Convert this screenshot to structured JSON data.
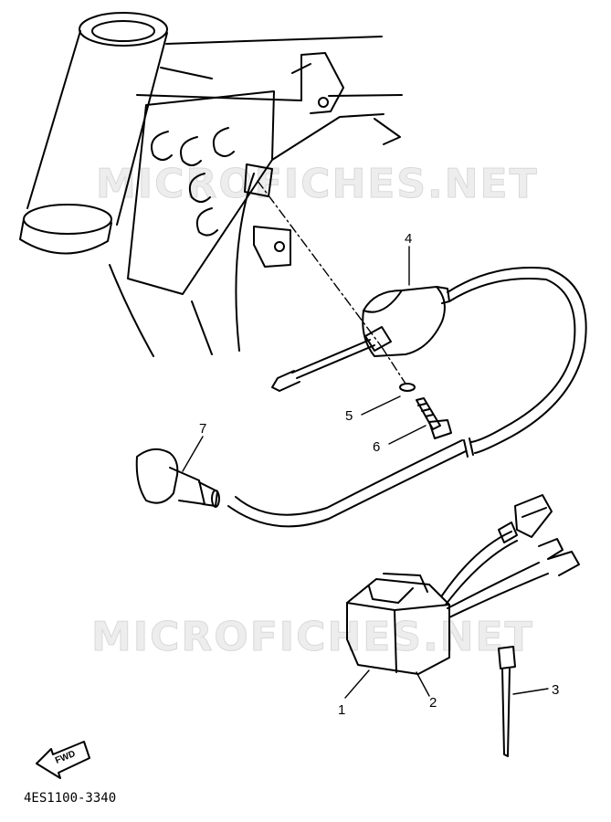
{
  "watermarks": [
    "MICROFICHES.NET",
    "MICROFICHES.NET"
  ],
  "callouts": [
    {
      "id": "1",
      "label": "1"
    },
    {
      "id": "2",
      "label": "2"
    },
    {
      "id": "3",
      "label": "3"
    },
    {
      "id": "4",
      "label": "4"
    },
    {
      "id": "5",
      "label": "5"
    },
    {
      "id": "6",
      "label": "6"
    },
    {
      "id": "7",
      "label": "7"
    }
  ],
  "direction_badge": "FWD",
  "diagram_code": "4ES1100-3340"
}
